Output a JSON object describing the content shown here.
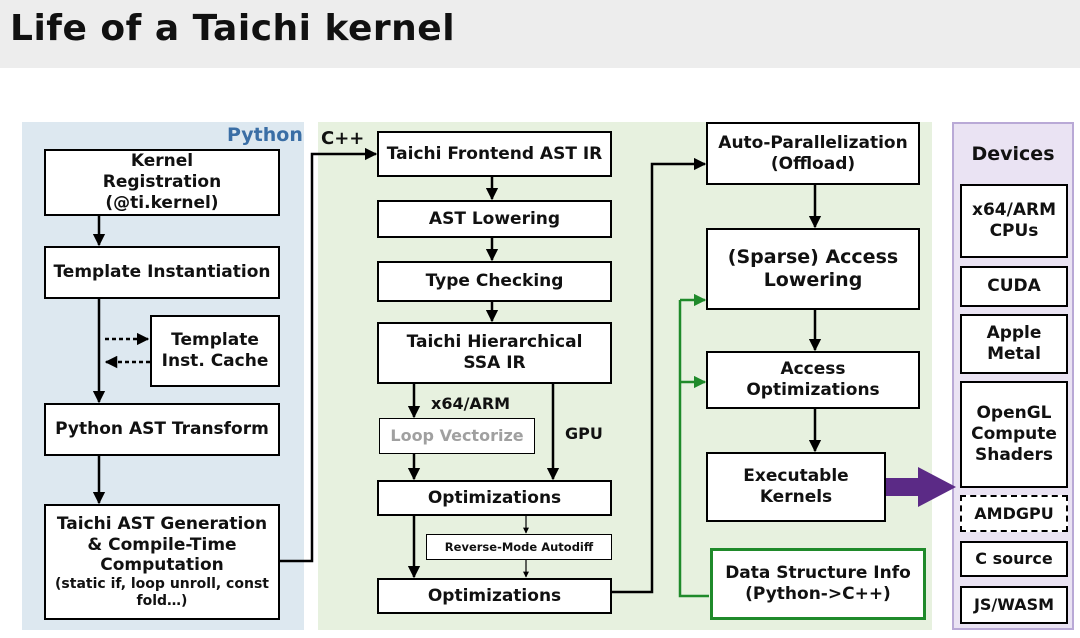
{
  "title": "Life of a Taichi kernel",
  "regions": {
    "python": "Python",
    "cpp": "C++",
    "devices": "Devices"
  },
  "python_boxes": {
    "kernel_registration": "Kernel Registration (@ti.kernel)",
    "template_instantiation": "Template Instantiation",
    "template_cache": "Template Inst. Cache",
    "python_ast_transform": "Python AST Transform",
    "ast_generation_main": "Taichi AST Generation & Compile-Time Computation",
    "ast_generation_note": "(static if, loop unroll, const fold…)"
  },
  "cpp_boxes": {
    "frontend_ast_ir": "Taichi Frontend AST IR",
    "ast_lowering": "AST Lowering",
    "type_checking": "Type Checking",
    "hierarchical_ssa_ir": "Taichi Hierarchical SSA IR",
    "loop_vectorize": "Loop Vectorize",
    "optimizations_1": "Optimizations",
    "reverse_mode_autodiff": "Reverse-Mode Autodiff",
    "optimizations_2": "Optimizations",
    "auto_parallelization": "Auto-Parallelization (Offload)",
    "sparse_access_lowering": "(Sparse) Access Lowering",
    "access_optimizations": "Access Optimizations",
    "executable_kernels": "Executable Kernels",
    "data_structure_info": "Data Structure Info (Python->C++)"
  },
  "branch_labels": {
    "cpu": "x64/ARM",
    "gpu": "GPU"
  },
  "devices": [
    "x64/ARM CPUs",
    "CUDA",
    "Apple Metal",
    "OpenGL Compute Shaders",
    "AMDGPU",
    "C source",
    "JS/WASM"
  ],
  "colors": {
    "python_bg": "#dde8f0",
    "python_label": "#3a6ea5",
    "cpp_bg": "#e7f1df",
    "devices_bg": "#eae3f3",
    "devices_border": "#b9a9d6",
    "green_arrow": "#1f8a2a",
    "purple_arrow": "#5b2a86"
  }
}
